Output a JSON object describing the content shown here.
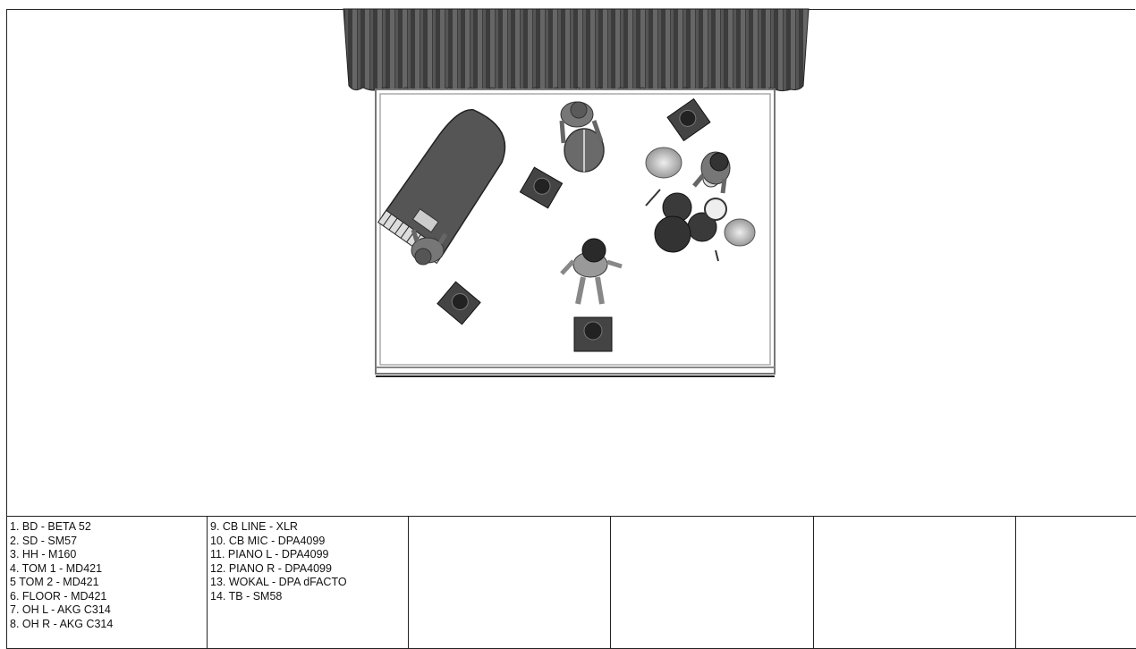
{
  "input_list": {
    "column_1": [
      "1. BD - BETA 52",
      "2. SD - SM57",
      "3. HH - M160",
      "4. TOM 1 - MD421",
      "5 TOM 2 - MD421",
      "6. FLOOR -  MD421",
      "7. OH L - AKG C314",
      "8. OH R - AKG C314"
    ],
    "column_2": [
      "9. CB LINE - XLR",
      "10. CB MIC - DPA4099",
      "11. PIANO L - DPA4099",
      "12. PIANO R - DPA4099",
      "13. WOKAL - DPA dFACTO",
      "14. TB - SM58"
    ]
  },
  "stage_plot": {
    "elements": [
      "curtain",
      "stage-floor",
      "grand-piano",
      "pianist",
      "double-bass-player",
      "singer",
      "drum-kit",
      "drummer",
      "monitor-wedge-left-front",
      "monitor-wedge-center",
      "monitor-wedge-front",
      "monitor-wedge-right-back"
    ],
    "colors": {
      "curtain": "#4a4a4a",
      "stage_edge": "#8a8a8a",
      "figure": "#5a5a5a",
      "wedge": "#3a3a3a"
    }
  }
}
